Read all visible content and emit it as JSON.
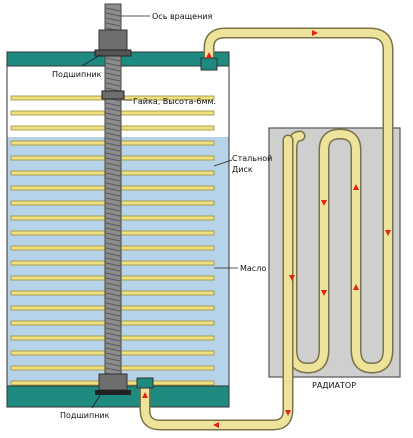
{
  "labels": {
    "axis": "Ось вращения",
    "bearing_top": "Подшипник",
    "nut": "Гайка, Высота-6мм.",
    "steel_disk_line1": "Стальной",
    "steel_disk_line2": "Диск",
    "oil": "Масло",
    "radiator": "РАДИАТОР",
    "bearing_bottom": "Подшипник"
  },
  "colors": {
    "tank_cap": "#1f8a80",
    "oil": "#b7d3ea",
    "air": "#ffffff",
    "disk": "#efe082",
    "disk_edge": "#9b8e3a",
    "rod": "#8a8a8a",
    "pipe": "#ede39a",
    "pipe_edge": "#7a7248",
    "radiator": "#cfcfcf",
    "arrow": "#e0241b"
  },
  "disk_count": 20
}
